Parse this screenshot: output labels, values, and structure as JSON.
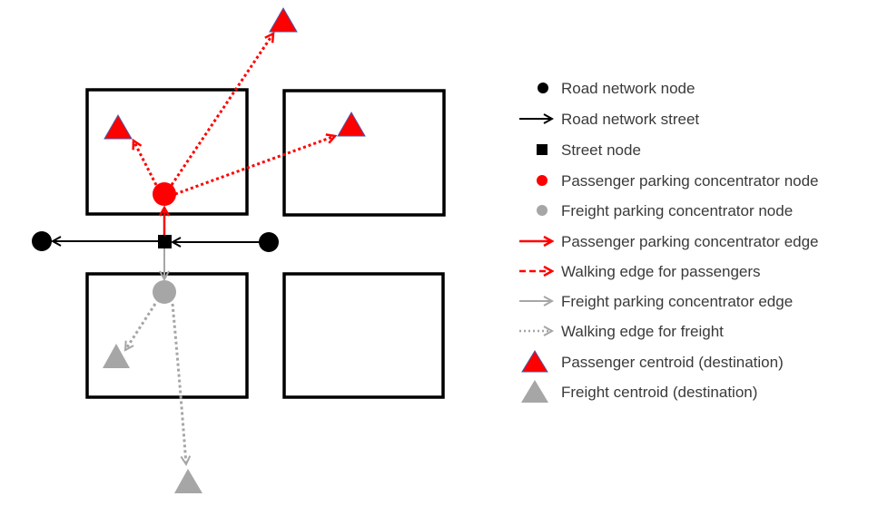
{
  "colors": {
    "road": "#000000",
    "passenger": "#ff0000",
    "freight": "#a6a6a6",
    "triangle_outline": "#4a5aa8",
    "legend_text": "#3a3a3a"
  },
  "legend": {
    "items": [
      {
        "symbol": "road-node",
        "label": "Road network node"
      },
      {
        "symbol": "road-street",
        "label": "Road network street"
      },
      {
        "symbol": "street-node",
        "label": "Street node"
      },
      {
        "symbol": "passenger-concentrator-node",
        "label": "Passenger parking concentrator node"
      },
      {
        "symbol": "freight-concentrator-node",
        "label": "Freight parking concentrator node"
      },
      {
        "symbol": "passenger-concentrator-edge",
        "label": "Passenger parking concentrator edge"
      },
      {
        "symbol": "passenger-walking-edge",
        "label": "Walking edge for passengers"
      },
      {
        "symbol": "freight-concentrator-edge",
        "label": "Freight parking concentrator edge"
      },
      {
        "symbol": "freight-walking-edge",
        "label": "Walking edge for freight"
      },
      {
        "symbol": "passenger-centroid",
        "label": "Passenger centroid (destination)"
      },
      {
        "symbol": "freight-centroid",
        "label": "Freight centroid (destination)"
      }
    ]
  },
  "diagram": {
    "blocks": [
      "block-top-left",
      "block-top-right",
      "block-bottom-left",
      "block-bottom-right"
    ],
    "road_nodes": [
      "road-node-west",
      "road-node-east"
    ],
    "street_node": "street-node",
    "passenger_concentrator": "passenger-concentrator-node",
    "freight_concentrator": "freight-concentrator-node",
    "passenger_centroids": [
      "passenger-centroid-north",
      "passenger-centroid-block-top-left",
      "passenger-centroid-block-top-right"
    ],
    "freight_centroids": [
      "freight-centroid-block-bottom-left",
      "freight-centroid-south"
    ]
  }
}
